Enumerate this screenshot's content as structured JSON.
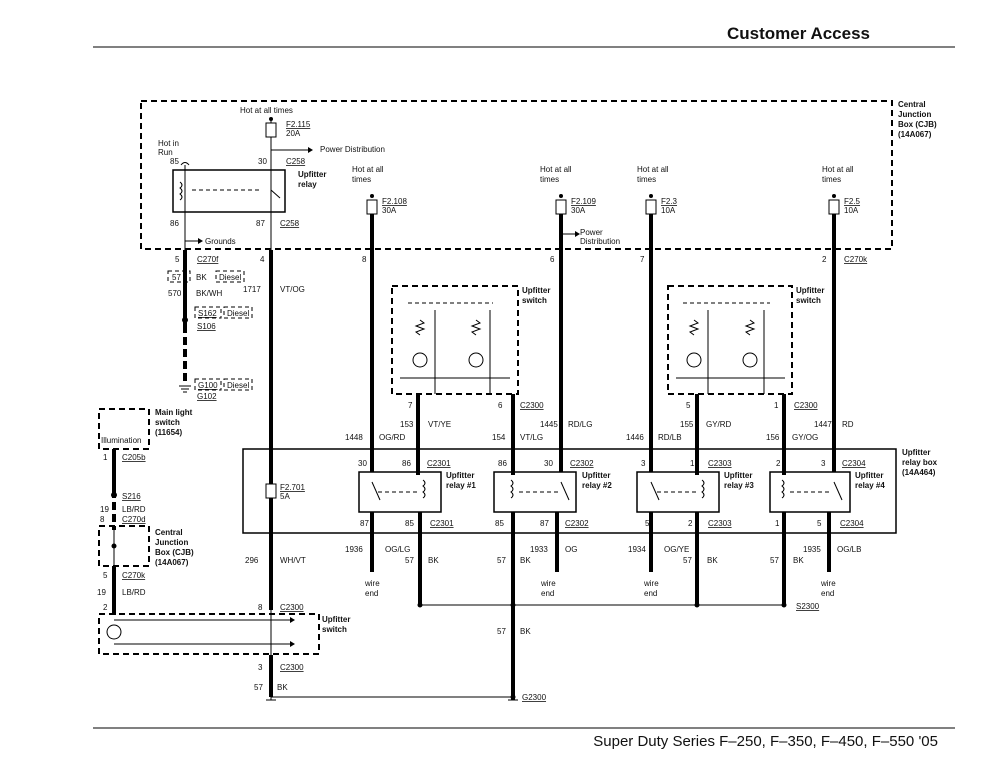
{
  "header": {
    "title": "Customer Access"
  },
  "footer": {
    "title": "Super Duty Series F–250, F–350, F–450, F–550 '05"
  },
  "cjb": {
    "label1": "Central",
    "label2": "Junction",
    "label3": "Box (CJB)",
    "label4": "(14A067)"
  },
  "top_fuse": {
    "hot1": "Hot at all times",
    "id": "F2.115",
    "rating": "20A",
    "power_dist": "Power Distribution"
  },
  "relay_a": {
    "hot1": "Hot in",
    "hot2": "Run",
    "pin85": "85",
    "pin30": "30",
    "conn_top": "C258",
    "label1": "Upfitter",
    "label2": "relay",
    "pin86": "86",
    "pin87": "87",
    "conn_bot": "C258",
    "grounds": "Grounds"
  },
  "fuses": [
    {
      "hot1": "Hot at all",
      "hot2": "times",
      "id": "F2.108",
      "rating": "30A",
      "pin": "8"
    },
    {
      "hot1": "Hot at all",
      "hot2": "times",
      "id": "F2.109",
      "rating": "30A",
      "pin": "6"
    },
    {
      "hot1": "Hot at all",
      "hot2": "times",
      "id": "F2.3",
      "rating": "10A",
      "pin": "7"
    },
    {
      "hot1": "Hot at all",
      "hot2": "times",
      "id": "F2.5",
      "rating": "10A",
      "pin": "2"
    }
  ],
  "power_dist2": {
    "line1": "Power",
    "line2": "Distribution"
  },
  "conn_c270f": "C270f",
  "conn_c270k": "C270k",
  "left_pins": {
    "p5": "5",
    "p4": "4"
  },
  "left_labels": {
    "bk": "BK",
    "diesel1": "Diesel",
    "n57": "57",
    "n570": "570",
    "bkwh": "BK/WH",
    "n1717": "1717",
    "vtog": "VT/OG",
    "s162": "S162",
    "diesel2": "Diesel",
    "s106": "S106",
    "g100": "G100",
    "diesel3": "Diesel",
    "g102": "G102"
  },
  "switch_a": {
    "label1": "Upfitter",
    "label2": "switch"
  },
  "switch_b": {
    "label1": "Upfitter",
    "label2": "switch"
  },
  "switch_c": {
    "label1": "Upfitter",
    "label2": "switch"
  },
  "c2300_pins": {
    "p7": "7",
    "p6": "6",
    "c1": "C2300",
    "p5": "5",
    "p1": "1",
    "c2": "C2300"
  },
  "wires_mid": [
    {
      "n": "1448",
      "c": "OG/RD"
    },
    {
      "n": "153",
      "c": "VT/YE"
    },
    {
      "n": "154",
      "c": "VT/LG"
    },
    {
      "n": "1445",
      "c": "RD/LG"
    },
    {
      "n": "1446",
      "c": "RD/LB"
    },
    {
      "n": "155",
      "c": "GY/RD"
    },
    {
      "n": "156",
      "c": "GY/OG"
    },
    {
      "n": "1447",
      "c": "RD"
    }
  ],
  "relay_box": {
    "label1": "Upfitter",
    "label2": "relay box",
    "label3": "(14A464)"
  },
  "fuse_2701": {
    "id": "F2.701",
    "rating": "5A"
  },
  "relays": [
    {
      "p30": "30",
      "p86": "86",
      "ct": "C2301",
      "l1": "Upfitter",
      "l2": "relay #1",
      "p87": "87",
      "p85": "85",
      "cb": "C2301"
    },
    {
      "p30": "86",
      "p86": "30",
      "ct": "C2302",
      "l1": "Upfitter",
      "l2": "relay #2",
      "p87": "85",
      "p85": "87",
      "cb": "C2302"
    },
    {
      "p30": "3",
      "p86": "1",
      "ct": "C2303",
      "l1": "Upfitter",
      "l2": "relay #3",
      "p87": "5",
      "p85": "2",
      "cb": "C2303"
    },
    {
      "p30": "2",
      "p86": "3",
      "ct": "C2304",
      "l1": "Upfitter",
      "l2": "relay #4",
      "p87": "1",
      "p85": "5",
      "cb": "C2304"
    }
  ],
  "wires_bot": [
    {
      "n": "1936",
      "c": "OG/LG"
    },
    {
      "n": "57",
      "c": "BK"
    },
    {
      "n": "57",
      "c": "BK"
    },
    {
      "n": "1933",
      "c": "OG"
    },
    {
      "n": "1934",
      "c": "OG/YE"
    },
    {
      "n": "57",
      "c": "BK"
    },
    {
      "n": "57",
      "c": "BK"
    },
    {
      "n": "1935",
      "c": "OG/LB"
    }
  ],
  "wire_end": {
    "l1": "wire",
    "l2": "end"
  },
  "wire_296": {
    "n": "296",
    "c": "WH/VT"
  },
  "s2300": "S2300",
  "bk_center": {
    "n": "57",
    "c": "BK"
  },
  "g2300": "G2300",
  "main_light": {
    "l1": "Main light",
    "l2": "switch",
    "l3": "(11654)",
    "illum": "Illumination"
  },
  "left_lower": {
    "p1": "1",
    "c205b": "C205b",
    "s216": "S216",
    "n19": "19",
    "lbrd": "LB/RD",
    "n8": "8",
    "c270d": "C270d",
    "p5": "5",
    "c270k": "C270k",
    "n19b": "19",
    "lbrd2": "LB/RD",
    "p2": "2",
    "p8": "8",
    "c2300": "C2300",
    "p3": "3",
    "c2300b": "C2300",
    "n57": "57",
    "bk": "BK"
  },
  "cjb2": {
    "l1": "Central",
    "l2": "Junction",
    "l3": "Box (CJB)",
    "l4": "(14A067)"
  }
}
